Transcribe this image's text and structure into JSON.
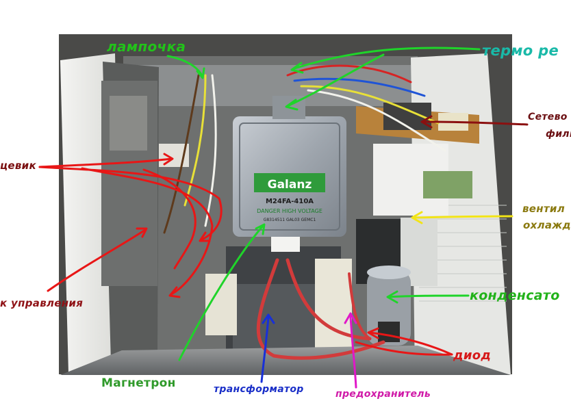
{
  "photo": {
    "description": "",
    "magnetron_plate": {
      "brand": "Galanz",
      "model": "M24FA-410A",
      "warning": "DANGER HIGH VOLTAGE",
      "serial_line": "G8314511  GAL03  GEMC1"
    }
  },
  "annotations": {
    "lamp": {
      "text": "лампочка",
      "color": "#22c21a"
    },
    "thermo": {
      "text": "термо ре",
      "color": "#19b9a8"
    },
    "net_filter_1": {
      "text": "Сетево",
      "color": "#6b0f12"
    },
    "net_filter_2": {
      "text": "фильтр",
      "color": "#6b0f12"
    },
    "switch": {
      "text": "цевик",
      "color": "#7a0f10"
    },
    "fan_1": {
      "text": "вентил",
      "color": "#8b7a10"
    },
    "fan_2": {
      "text": "охлажд",
      "color": "#8b7a10"
    },
    "capacitor": {
      "text": "конденсато",
      "color": "#22b21a"
    },
    "control": {
      "text": "к управления",
      "color": "#8f1216"
    },
    "diode": {
      "text": "диод",
      "color": "#d61a1a"
    },
    "magnetron": {
      "text": "Магнетрон",
      "color": "#2f9a2a"
    },
    "transformer": {
      "text": "трансформатор",
      "color": "#1a2fc8"
    },
    "fuse": {
      "text": "предохранитель",
      "color": "#d01aa8"
    }
  },
  "arrow_colors": {
    "green": "#1fd42a",
    "red": "#e81616",
    "dark_red": "#8b1010",
    "yellow": "#f2e416",
    "blue": "#1830d8",
    "magenta": "#e018c8"
  }
}
